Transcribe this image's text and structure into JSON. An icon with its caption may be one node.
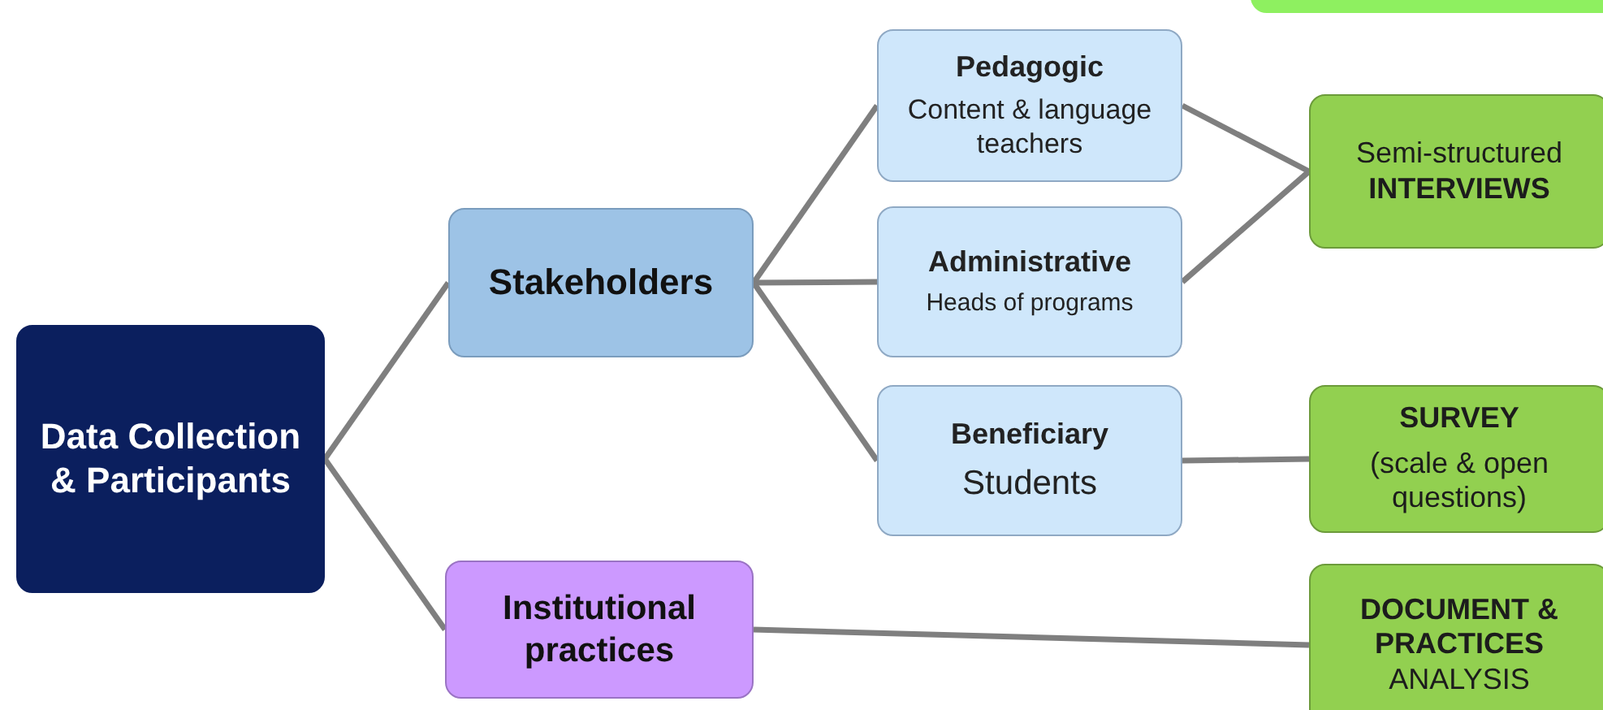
{
  "diagram": {
    "nodes": [
      {
        "text": [
          "Data Collection & Participants"
        ]
      },
      {
        "text": [
          "Stakeholders"
        ]
      },
      {
        "text": [
          "Institutional practices"
        ]
      },
      {
        "text": [
          "Pedagogic",
          "Content & language teachers"
        ]
      },
      {
        "text": [
          "Administrative",
          "Heads of programs"
        ]
      },
      {
        "text": [
          "Beneficiary",
          "Students"
        ]
      },
      {
        "text": [
          "Semi-structured **INTERVIEWS**"
        ]
      },
      {
        "text": [
          "SURVEY",
          "(scale & open questions)"
        ]
      },
      {
        "text": [
          "**DOCUMENT & PRACTICES** ANALYSIS"
        ]
      },
      {
        "text": [],
        "shape": "box"
      }
    ],
    "edges": [
      {
        "from": 0,
        "to": 1,
        "arrow": "none"
      },
      {
        "from": 0,
        "to": 2,
        "arrow": "none"
      },
      {
        "from": 1,
        "to": 3,
        "arrow": "none"
      },
      {
        "from": 1,
        "to": 4,
        "arrow": "none"
      },
      {
        "from": 1,
        "to": 5,
        "arrow": "none"
      },
      {
        "from": 3,
        "to": 6,
        "arrow": "none"
      },
      {
        "from": 4,
        "to": 6,
        "arrow": "none"
      },
      {
        "from": 5,
        "to": 7,
        "arrow": "none"
      },
      {
        "from": 2,
        "to": 8,
        "arrow": "none"
      }
    ]
  }
}
